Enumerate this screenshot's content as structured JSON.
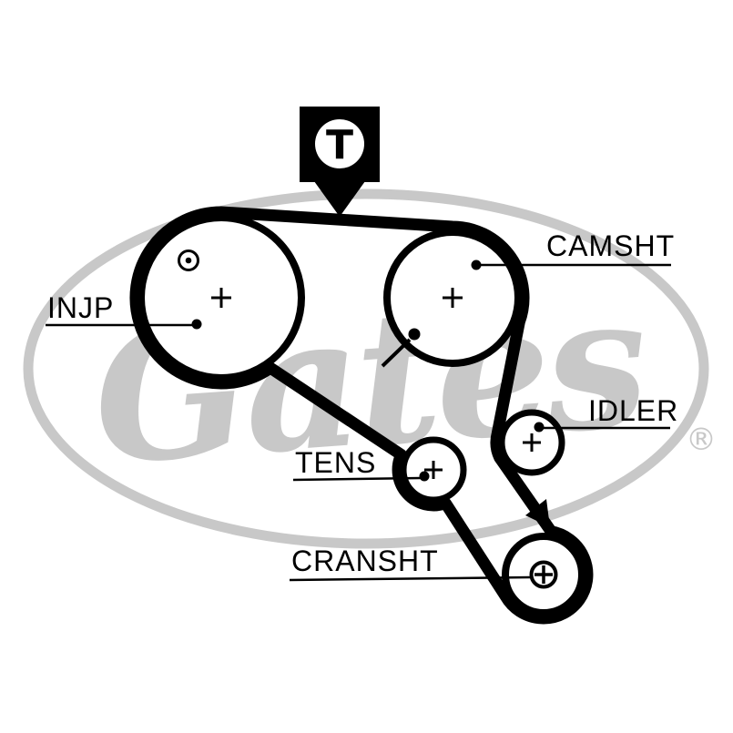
{
  "diagram": {
    "type": "timing-belt-routing",
    "timing_mark_label": "T",
    "labels": {
      "camshaft": "CAMSHT",
      "injection_pump": "INJP",
      "idler": "IDLER",
      "tensioner": "TENS",
      "crankshaft": "CRANSHT"
    },
    "watermark": {
      "brand": "Gates",
      "registered_symbol": "®"
    },
    "colors": {
      "line": "#000000",
      "background": "#ffffff",
      "watermark": "#c8c8c8"
    }
  }
}
